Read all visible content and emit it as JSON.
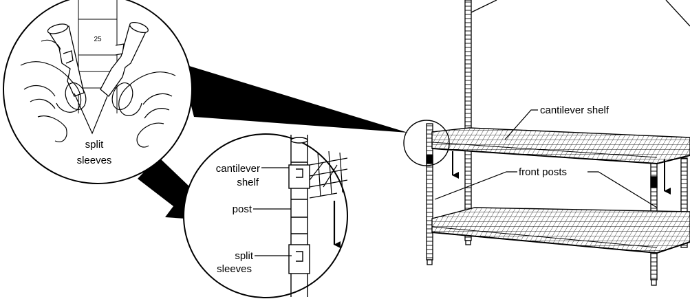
{
  "labels": {
    "badge_number": "25",
    "split_sleeves_top_1": "split",
    "split_sleeves_top_2": "sleeves",
    "cantilever_1": "cantilever",
    "cantilever_2": "shelf",
    "post": "post",
    "split_sleeves_bottom_1": "split",
    "split_sleeves_bottom_2": "sleeves",
    "cantilever_shelf": "cantilever shelf",
    "front_posts": "front posts"
  },
  "colors": {
    "ink": "#000000",
    "paper": "#ffffff"
  }
}
